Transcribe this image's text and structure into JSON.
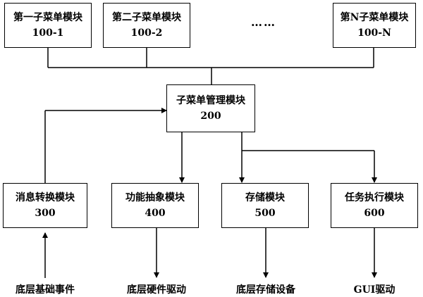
{
  "top_modules": [
    {
      "title": "第一子菜单模块",
      "code": "100-1"
    },
    {
      "title": "第二子菜单模块",
      "code": "100-2"
    },
    {
      "title": "第N子菜单模块",
      "code": "100-N"
    }
  ],
  "ellipsis": "……",
  "manager": {
    "title": "子菜单管理模块",
    "code": "200"
  },
  "bottom_modules": [
    {
      "title": "消息转换模块",
      "code": "300"
    },
    {
      "title": "功能抽象模块",
      "code": "400"
    },
    {
      "title": "存储模块",
      "code": "500"
    },
    {
      "title": "任务执行模块",
      "code": "600"
    }
  ],
  "external": [
    "底层基础事件",
    "底层硬件驱动",
    "底层存储设备",
    "GUI驱动"
  ]
}
